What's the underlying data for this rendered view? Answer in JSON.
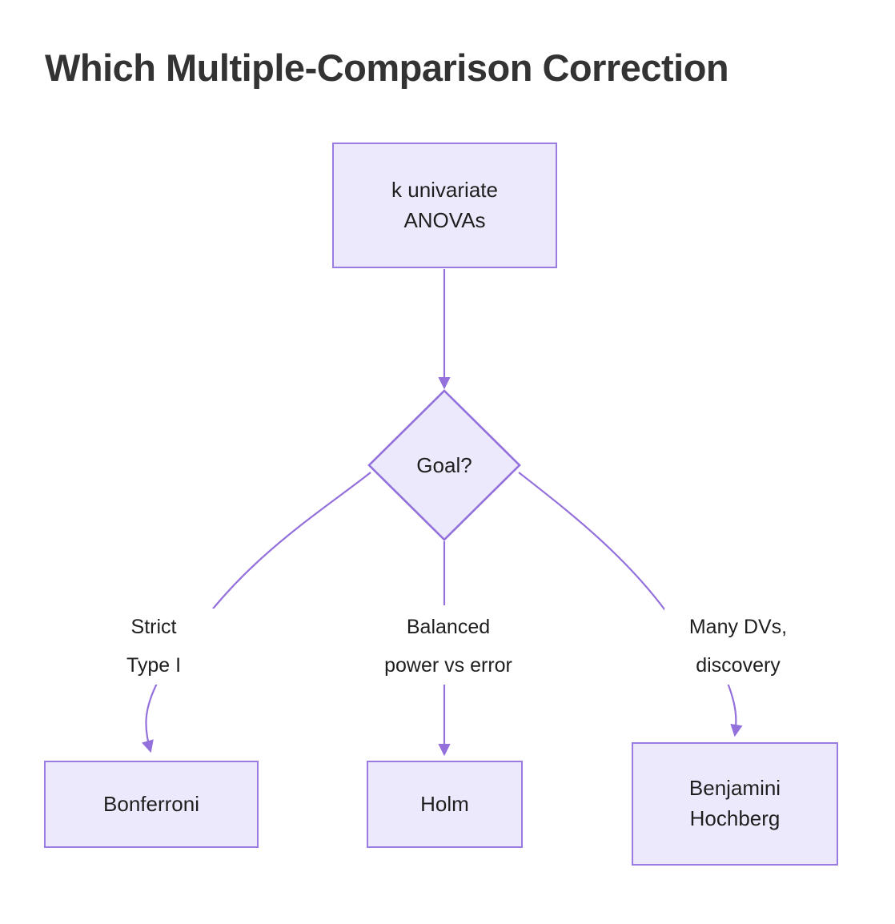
{
  "title": "Which Multiple-Comparison Correction",
  "theme": {
    "background": "#ffffff",
    "node_fill": "#ECE9FC",
    "node_stroke": "#9370DB",
    "edge_stroke": "#9370DB",
    "text_color": "#1f1f1f",
    "title_color": "#333333"
  },
  "nodes": {
    "start": {
      "id": "anovas",
      "label": "k univariate\nANOVAs",
      "shape": "rect"
    },
    "decision": {
      "id": "goal",
      "label": "Goal?",
      "shape": "diamond"
    },
    "outcomes": [
      {
        "id": "bonferroni",
        "label": "Bonferroni",
        "shape": "rect"
      },
      {
        "id": "holm",
        "label": "Holm",
        "shape": "rect"
      },
      {
        "id": "benjamini_hochberg",
        "label": "Benjamini\nHochberg",
        "shape": "rect"
      }
    ]
  },
  "edges": [
    {
      "from": "anovas",
      "to": "goal",
      "label": ""
    },
    {
      "from": "goal",
      "to": "bonferroni",
      "label": "Strict\nType I"
    },
    {
      "from": "goal",
      "to": "holm",
      "label": "Balanced\npower vs error"
    },
    {
      "from": "goal",
      "to": "benjamini_hochberg",
      "label": "Many DVs,\ndiscovery"
    }
  ],
  "edge_labels": {
    "left": "Strict\nType I",
    "middle": "Balanced\npower vs error",
    "right": "Many DVs,\ndiscovery"
  }
}
